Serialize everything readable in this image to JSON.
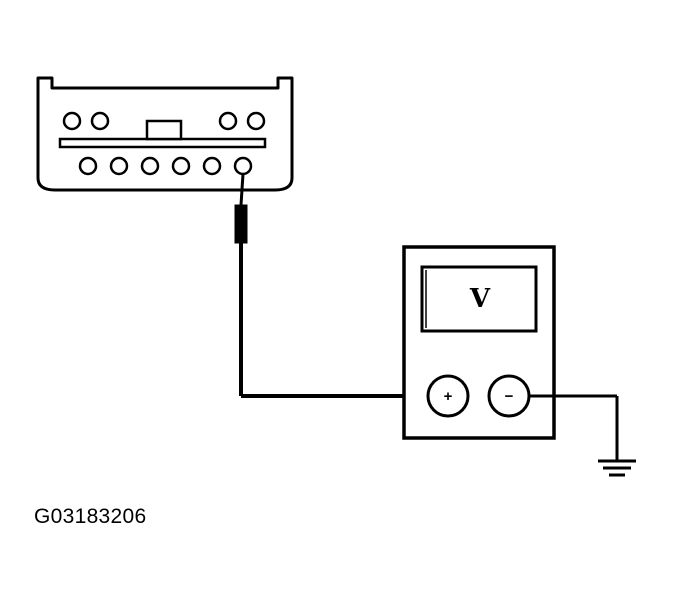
{
  "voltmeter": {
    "display": "V",
    "positive_terminal": "+",
    "negative_terminal": "−"
  },
  "connector": {
    "upper_row_pins": 4,
    "lower_row_pins": 6
  },
  "figure_code": "G03183206",
  "icons": [
    "connector-icon",
    "probe-icon",
    "voltmeter-icon",
    "ground-icon"
  ]
}
